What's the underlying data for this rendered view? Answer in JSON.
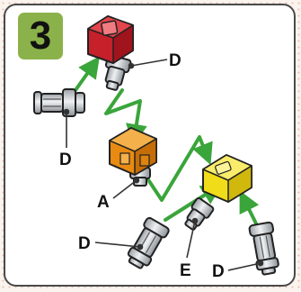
{
  "step": {
    "number": "3"
  },
  "labels": {
    "d_top_right": "D",
    "d_left": "D",
    "a": "A",
    "d_bottom_left": "D",
    "e": "E",
    "d_bottom_right": "D"
  },
  "colors": {
    "step_badge": "#8bb24a",
    "arrow": "#3aa53a",
    "red_block": "#c6202a",
    "orange_block": "#e98a12",
    "yellow_block": "#f1dc1a",
    "connector": "#c9cdd1"
  }
}
